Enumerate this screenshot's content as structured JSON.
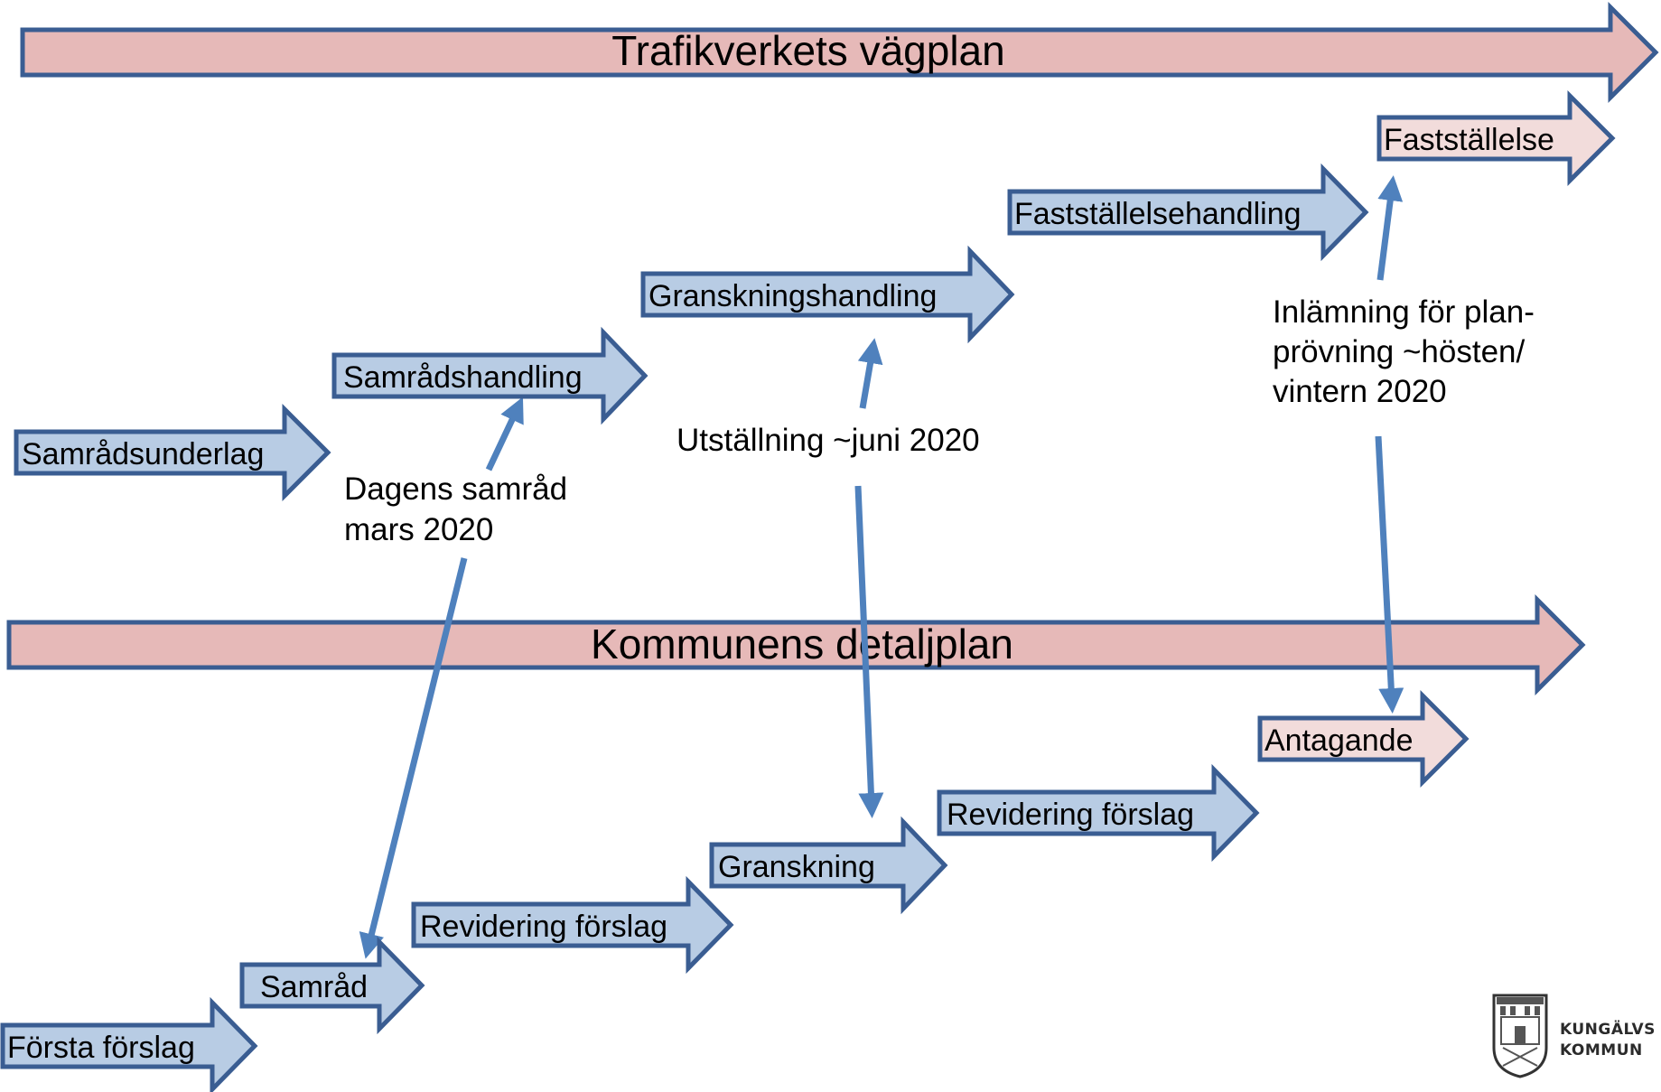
{
  "bands": {
    "vagplan": "Trafikverkets vägplan",
    "detaljplan": "Kommunens detaljplan"
  },
  "vagplan_steps": [
    "Samrådsunderlag",
    "Samrådshandling",
    "Granskningshandling",
    "Fastställelsehandling",
    "Fastställelse"
  ],
  "detaljplan_steps": [
    "Första förslag",
    "Samråd",
    "Revidering förslag",
    "Granskning",
    "Revidering förslag",
    "Antagande"
  ],
  "notes": {
    "samrad": [
      "Dagens samråd",
      "mars 2020"
    ],
    "utstallning": [
      "Utställning ~juni 2020"
    ],
    "inlamning": [
      "Inlämning för plan-",
      "prövning ~hösten/",
      "vintern 2020"
    ]
  },
  "logo": {
    "line1": "KUNGÄLVS",
    "line2": "KOMMUN"
  },
  "colors": {
    "step_blue": "#b8cce4",
    "band_pink": "#e6b9b8",
    "final_pink": "#f2dcdb",
    "outline": "#3a5d92",
    "connector": "#4f81bd"
  }
}
